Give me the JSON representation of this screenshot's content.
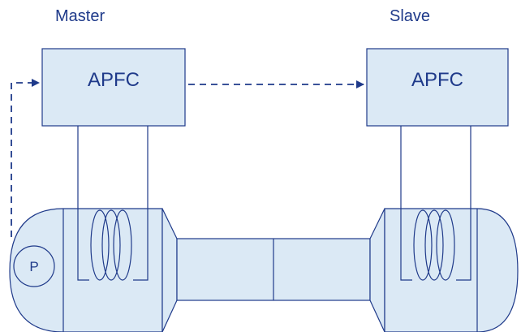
{
  "labels": {
    "master": "Master",
    "slave": "Slave",
    "master_box": "APFC",
    "slave_box": "APFC",
    "pump": "P"
  },
  "colors": {
    "stroke": "#1f3a8a",
    "fill": "#dbe9f5",
    "text": "#1f3a8a"
  }
}
